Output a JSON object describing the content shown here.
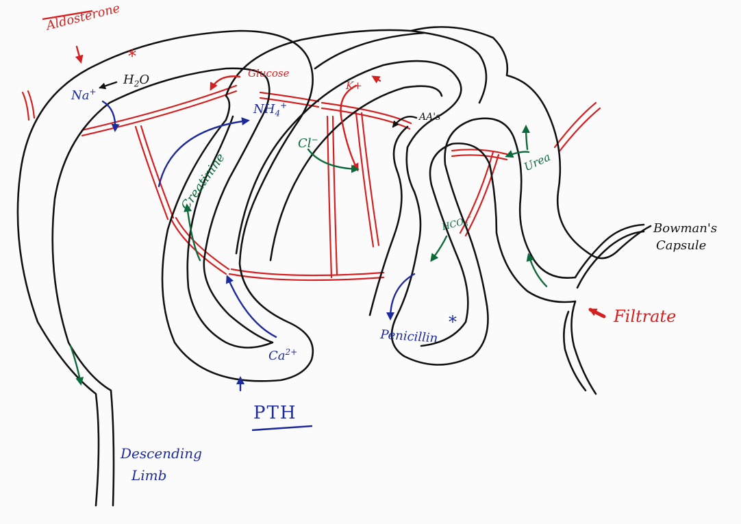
{
  "colors": {
    "tubule": "#111111",
    "capillary": "#d42020",
    "secretion": "#1c2a9c",
    "reabsorption": "#0c6a3a",
    "hormone_red": "#d42020"
  },
  "labels": {
    "aldosterone": "Aldosterone",
    "aldosterone_star": "*",
    "na": "Na",
    "na_sup": "+",
    "h2o": "H",
    "h2o_sub": "2",
    "h2o_o": "O",
    "glucose": "Glucose",
    "nh4": "NH",
    "nh4_sub": "4",
    "nh4_sup": "+",
    "creatinine": "Creatinine",
    "k": "K+",
    "cl": "Cl",
    "cl_sup": "−",
    "aas": "AA's",
    "urea": "Urea",
    "hco3": "HCO",
    "hco3_sub": "3",
    "hco3_sup": "−",
    "penicillin": "Penicillin",
    "penicillin_star": "*",
    "ca": "Ca",
    "ca_sup": "2+",
    "pth": "PTH",
    "bowmans": "Bowman's",
    "capsule": "Capsule",
    "filtrate": "Filtrate",
    "descending": "Descending",
    "limb": "Limb"
  }
}
